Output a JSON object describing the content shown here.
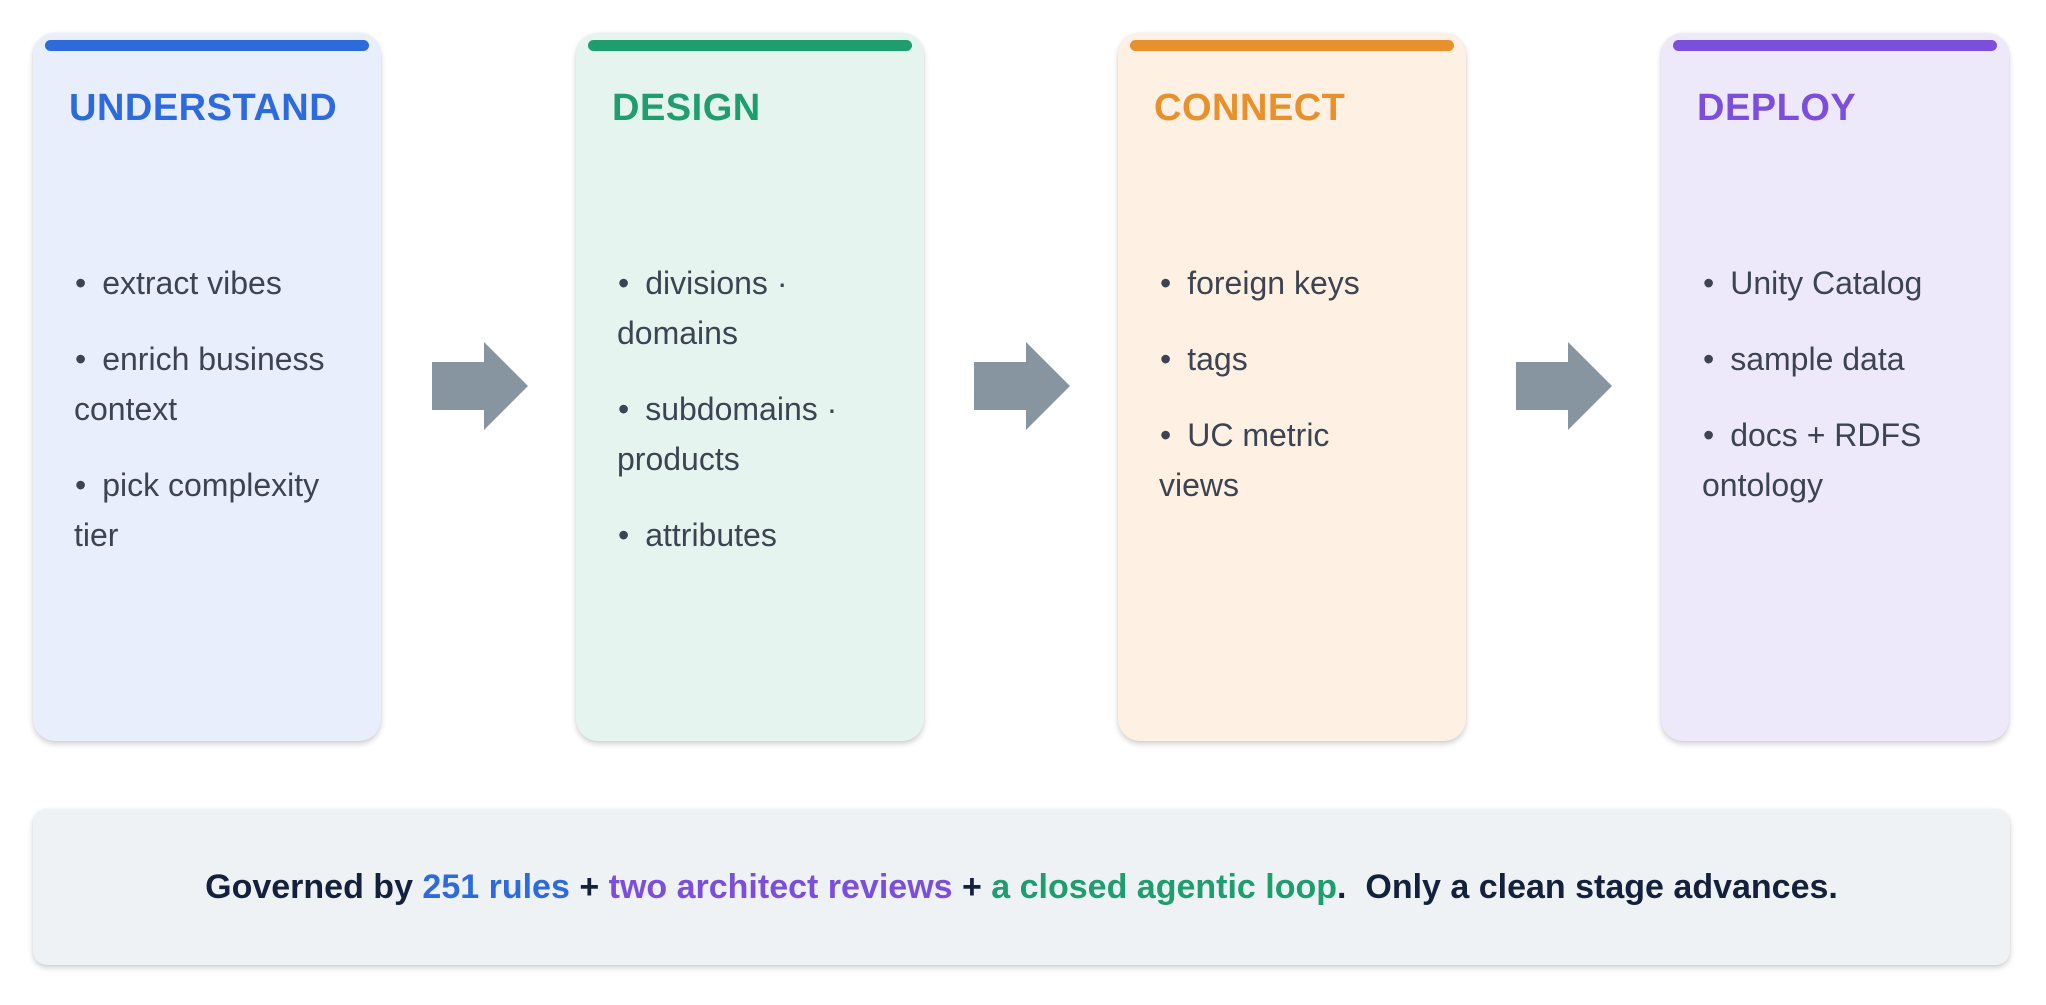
{
  "colors": {
    "understand": "#2d6bdd",
    "design": "#1e9e6e",
    "connect": "#e8912c",
    "deploy": "#7b4fdc",
    "arrow": "#8795a1",
    "body_text": "#3c4452",
    "footer_text": "#14213d"
  },
  "stages": [
    {
      "title": "UNDERSTAND",
      "items": [
        "extract vibes",
        "enrich business context",
        "pick complexity tier"
      ]
    },
    {
      "title": "DESIGN",
      "items": [
        "divisions · domains",
        "subdomains · products",
        "attributes"
      ]
    },
    {
      "title": "CONNECT",
      "items": [
        "foreign keys",
        "tags",
        "UC metric views"
      ]
    },
    {
      "title": "DEPLOY",
      "items": [
        "Unity Catalog",
        "sample data",
        "docs + RDFS ontology"
      ]
    }
  ],
  "bullet": "•",
  "footer": {
    "prefix": "Governed by ",
    "rules": "251 rules",
    "plus1": " + ",
    "reviews": "two architect reviews",
    "plus2": " + ",
    "loop": "a closed agentic loop",
    "suffix": ".  Only a clean stage advances."
  }
}
